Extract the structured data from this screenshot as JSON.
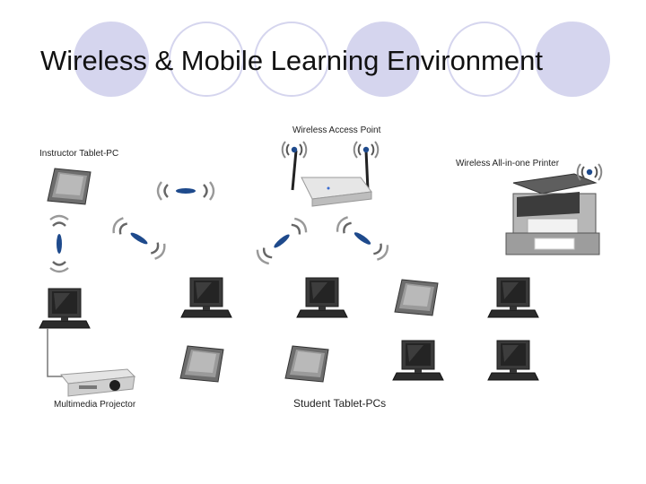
{
  "slide": {
    "title": "Wireless & Mobile Learning Environment"
  },
  "labels": {
    "access_point": "Wireless Access Point",
    "instructor": "Instructor Tablet-PC",
    "printer": "Wireless All-in-one Printer",
    "projector": "Multimedia Projector",
    "students": "Student Tablet-PCs"
  },
  "colors": {
    "accent_circle": "#d5d5ee",
    "signal": "#1e4a8c",
    "screen": "#2b2b2b"
  }
}
